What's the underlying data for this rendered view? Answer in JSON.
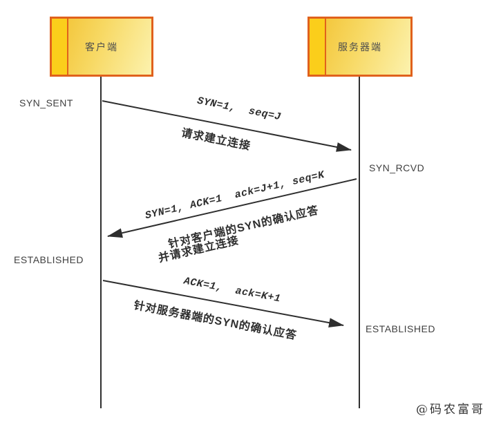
{
  "diagram": {
    "type": "sequence-diagram",
    "topic": "TCP three-way handshake",
    "actors": [
      {
        "id": "client",
        "label": "客户端"
      },
      {
        "id": "server",
        "label": "服务器端"
      }
    ],
    "states": [
      {
        "id": "syn-sent",
        "side": "client",
        "label": "SYN_SENT"
      },
      {
        "id": "syn-rcvd",
        "side": "server",
        "label": "SYN_RCVD"
      },
      {
        "id": "established-client",
        "side": "client",
        "label": "ESTABLISHED"
      },
      {
        "id": "established-server",
        "side": "server",
        "label": "ESTABLISHED"
      }
    ],
    "messages": [
      {
        "from": "client",
        "to": "server",
        "protocol": "SYN=1,  seq=J",
        "description": "请求建立连接",
        "description2": ""
      },
      {
        "from": "server",
        "to": "client",
        "protocol": "SYN=1, ACK=1  ack=J+1, seq=K",
        "description": "针对客户端的SYN的确认应答",
        "description2": "并请求建立连接"
      },
      {
        "from": "client",
        "to": "server",
        "protocol": "ACK=1,  ack=K+1",
        "description": "针对服务器端的SYN的确认应答",
        "description2": ""
      }
    ],
    "watermark": "@码农富哥",
    "colors": {
      "box_border": "#e0611c",
      "box_strip": "#fbce1b",
      "box_fill_start": "#f2c02e",
      "box_fill_end": "#fcf2ae",
      "line": "#2e2e2e",
      "text": "#3f3f3f"
    }
  }
}
